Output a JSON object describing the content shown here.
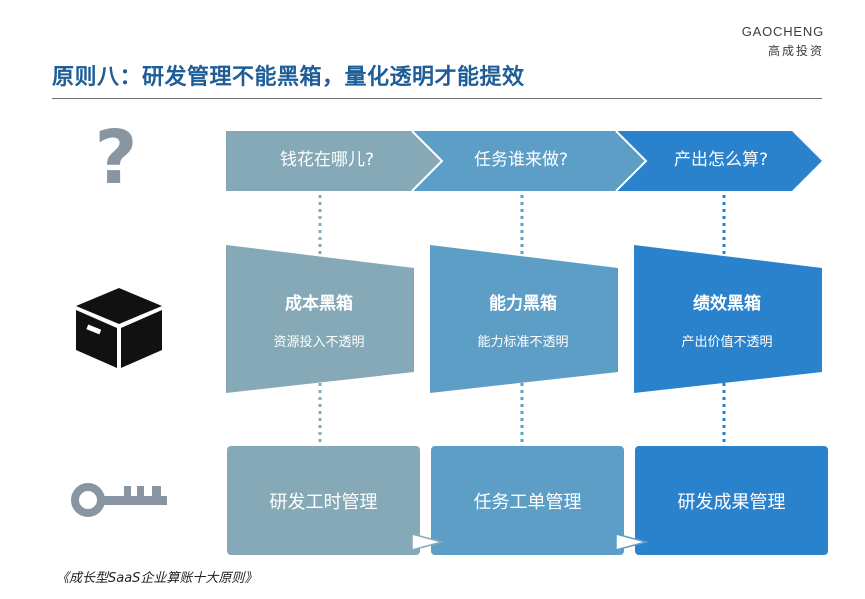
{
  "header": {
    "title": "原则八：研发管理不能黑箱，量化透明才能提效",
    "logo_en": "GAOCHENG",
    "logo_cn": "高成投资"
  },
  "icons": {
    "row1": "question-mark-icon",
    "row2": "black-box-icon",
    "row3": "key-icon"
  },
  "arrows": [
    {
      "label": "钱花在哪儿?",
      "color": "#85a9b6"
    },
    {
      "label": "任务谁来做?",
      "color": "#5d9ec7"
    },
    {
      "label": "产出怎么算?",
      "color": "#2a82cc"
    }
  ],
  "boxes": [
    {
      "title": "成本黑箱",
      "subtitle": "资源投入不透明",
      "color": "#85a9b6"
    },
    {
      "title": "能力黑箱",
      "subtitle": "能力标准不透明",
      "color": "#5d9ec7"
    },
    {
      "title": "绩效黑箱",
      "subtitle": "产出价值不透明",
      "color": "#2a82cc"
    }
  ],
  "cards": [
    {
      "label": "研发工时管理",
      "color": "#85a9b6"
    },
    {
      "label": "任务工单管理",
      "color": "#5d9ec7"
    },
    {
      "label": "研发成果管理",
      "color": "#2a82cc"
    }
  ],
  "source": "《成长型SaaS企业算账十大原则》"
}
